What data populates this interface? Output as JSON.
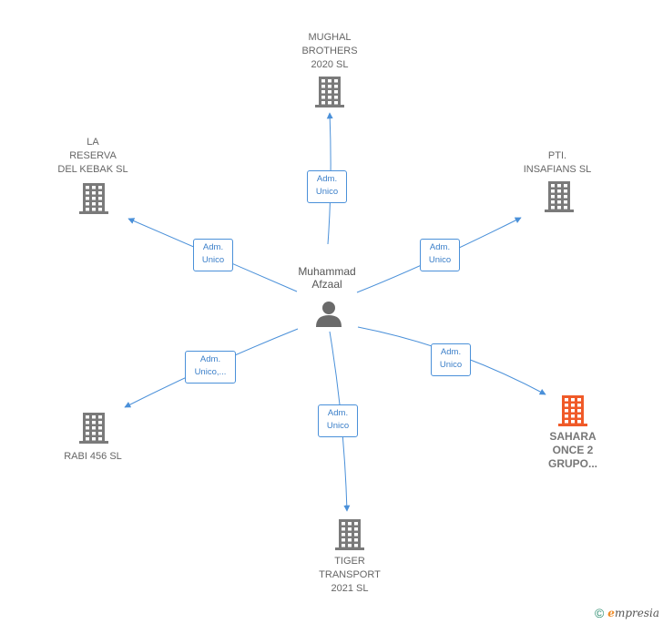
{
  "center": {
    "name": "Muhammad\nAfzaal",
    "icon": "person-icon"
  },
  "colors": {
    "edge": "#4a90d9",
    "company": "#7a7a7a",
    "highlight": "#f05a28",
    "person": "#6a6a6a"
  },
  "nodes": [
    {
      "id": "mughal",
      "label": "MUGHAL\nBROTHERS\n2020  SL",
      "edge_label": "Adm.\nUnico",
      "highlight": false
    },
    {
      "id": "pti",
      "label": "PTI.\nINSAFIANS  SL",
      "edge_label": "Adm.\nUnico",
      "highlight": false
    },
    {
      "id": "sahara",
      "label": "SAHARA\nONCE 2\nGRUPO...",
      "edge_label": "Adm.\nUnico",
      "highlight": true
    },
    {
      "id": "tiger",
      "label": "TIGER\nTRANSPORT\n2021  SL",
      "edge_label": "Adm.\nUnico",
      "highlight": false
    },
    {
      "id": "rabi",
      "label": "RABI 456  SL",
      "edge_label": "Adm.\nUnico,...",
      "highlight": false
    },
    {
      "id": "reserva",
      "label": "LA\nRESERVA\nDEL KEBAK  SL",
      "edge_label": "Adm.\nUnico",
      "highlight": false
    }
  ],
  "footer": {
    "copyright": "©",
    "brand_first": "e",
    "brand_rest": "mpresia"
  }
}
